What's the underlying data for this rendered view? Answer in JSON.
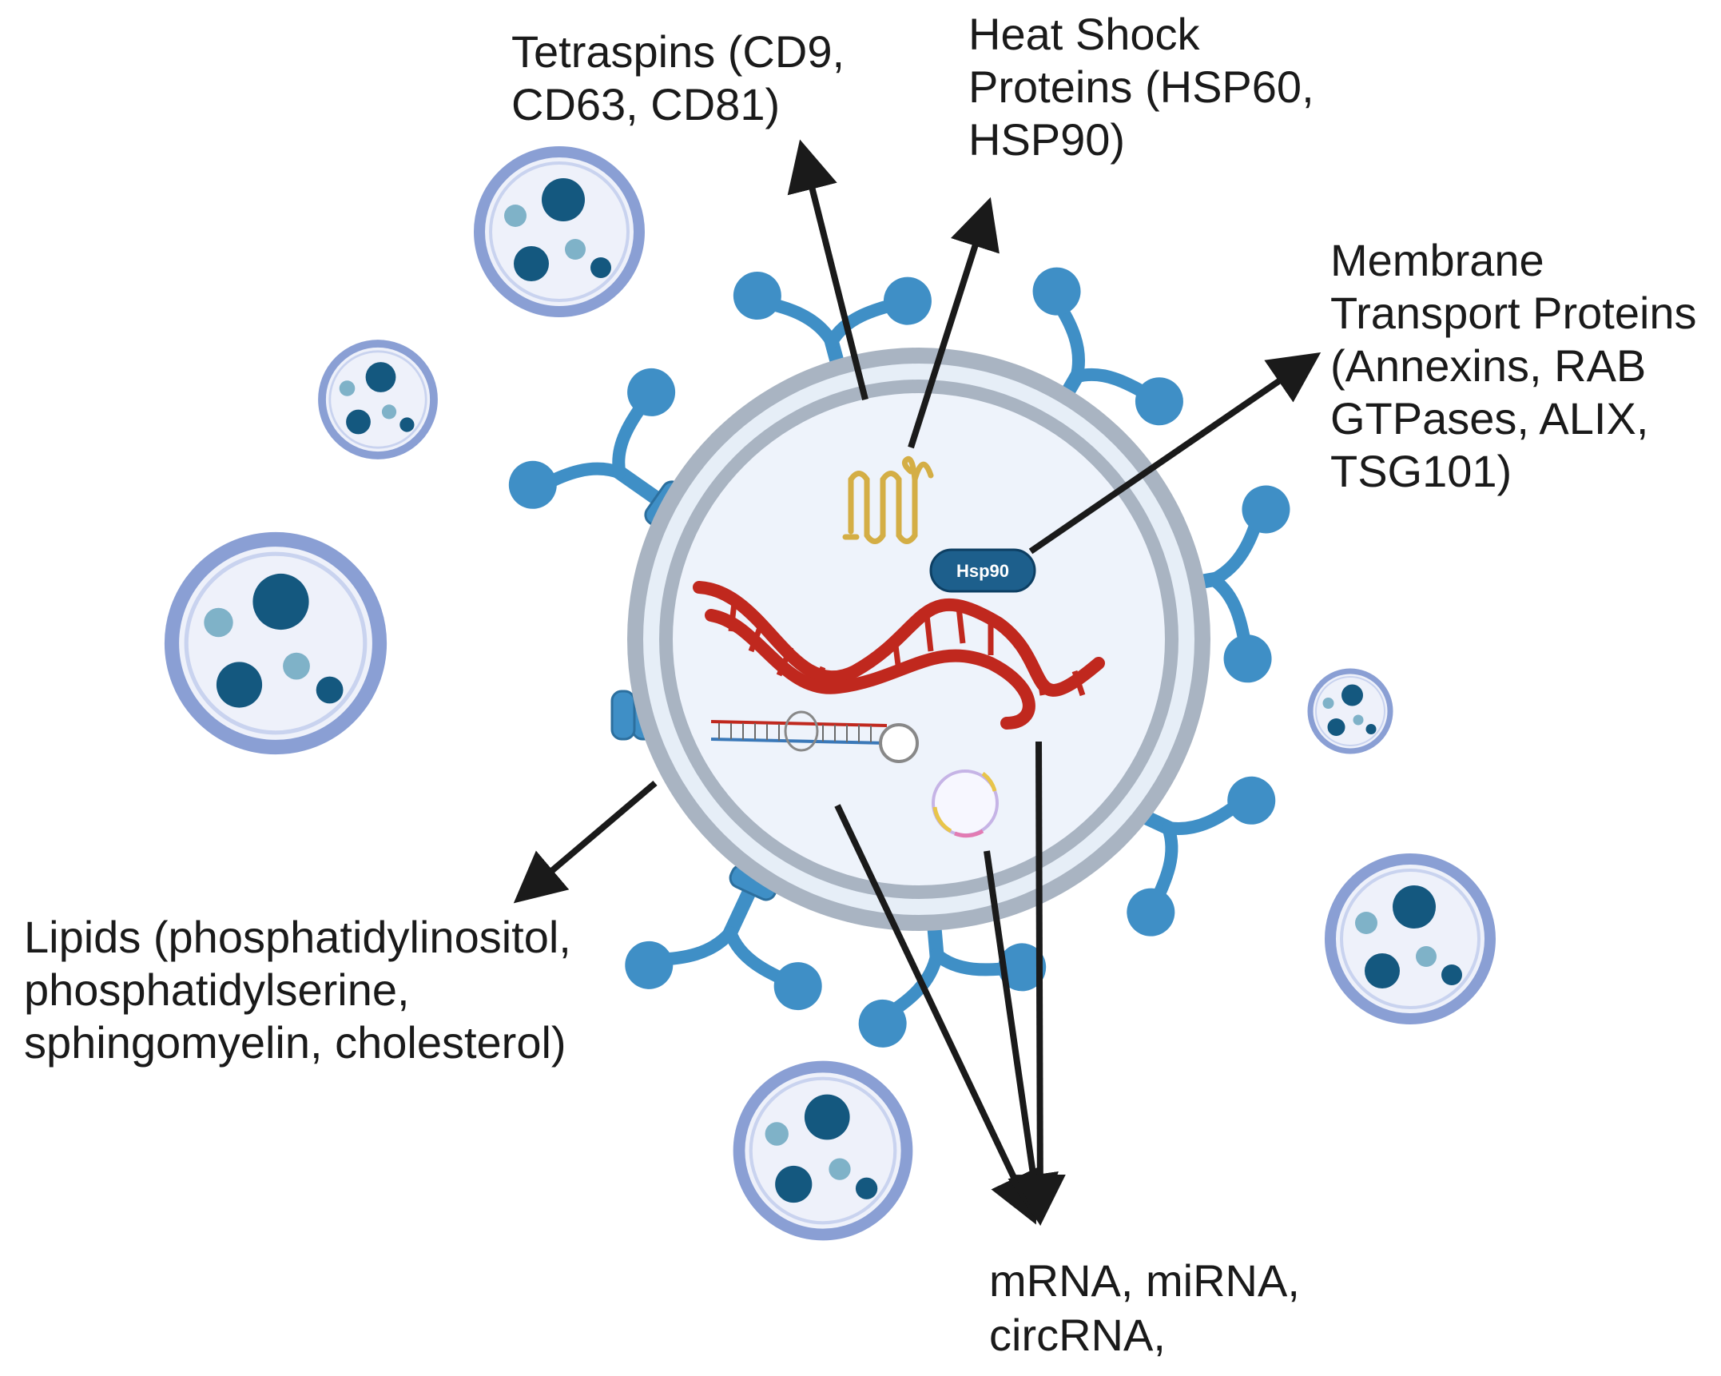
{
  "colors": {
    "membrane_outer": "#a9b4c2",
    "membrane_inner": "#e6eef7",
    "lumen": "#eef3fb",
    "receptor": "#3f8fc6",
    "receptor_dark": "#2c6f9e",
    "dna": "#c0281e",
    "protein_gold": "#d4ae45",
    "hsp_fill": "#1d5f8c",
    "vesicle_ring": "#8a9fd4",
    "vesicle_fill": "#eef1fa",
    "dot_dark": "#14587f",
    "dot_light": "#7fb2c8",
    "arrow": "#1a1a1a"
  },
  "labels": {
    "tetraspins": [
      "Tetraspins (CD9,",
      "CD63, CD81)"
    ],
    "heat_shock": [
      "Heat Shock",
      "Proteins (HSP60,",
      "HSP90)"
    ],
    "membrane_transport": [
      "Membrane",
      "Transport Proteins",
      "(Annexins, RAB",
      "GTPases, ALIX,",
      "TSG101)"
    ],
    "lipids": [
      "Lipids (phosphatidylinositol,",
      "phosphatidylserine,",
      "sphingomyelin, cholesterol)"
    ],
    "rna": [
      "mRNA, miRNA,",
      "circRNA,"
    ]
  },
  "hsp_badge": "Hsp90"
}
